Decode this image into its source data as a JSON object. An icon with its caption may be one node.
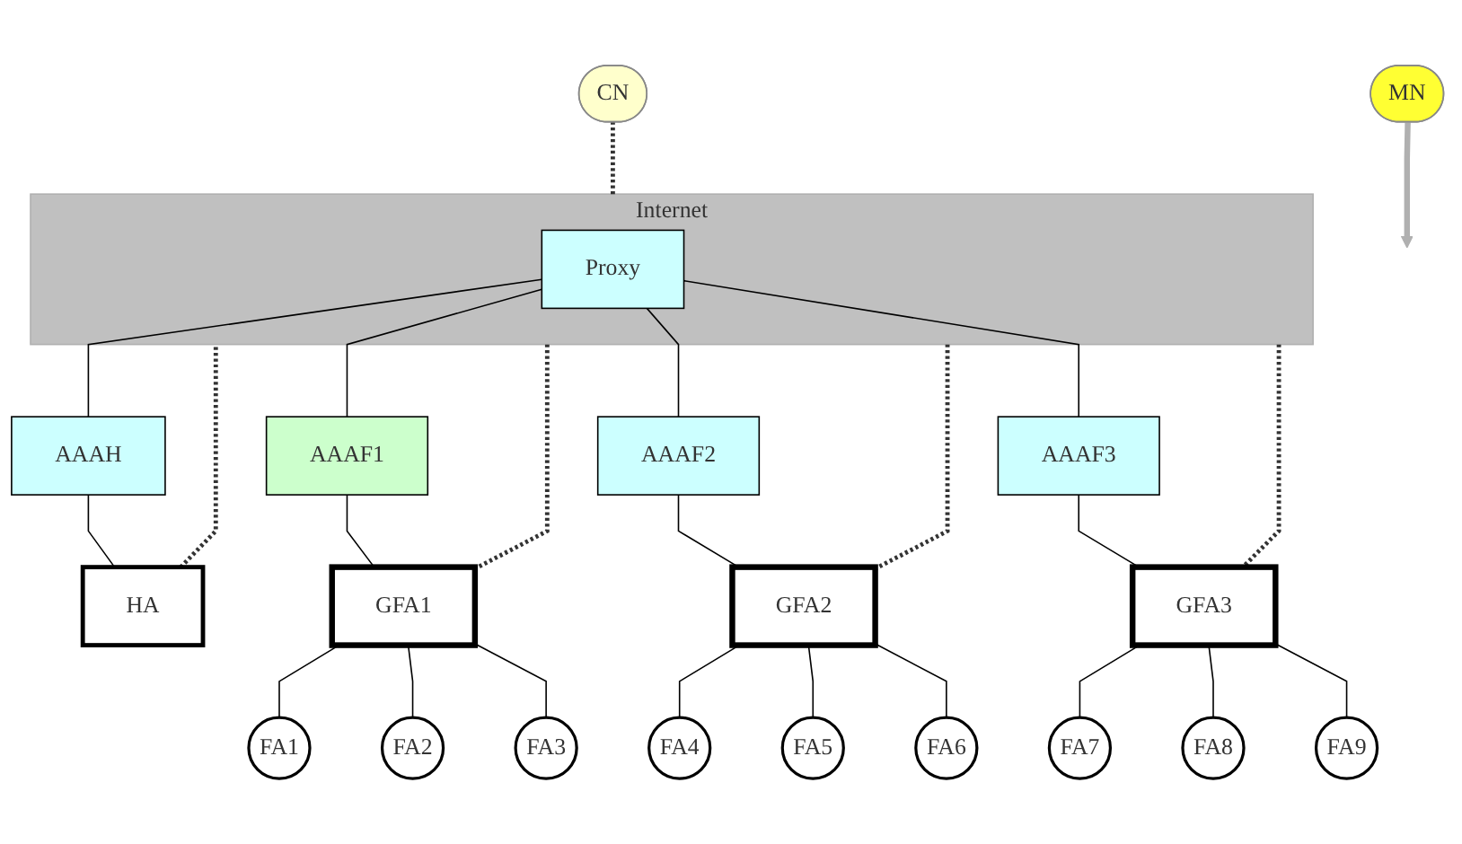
{
  "diagram": {
    "nodes": [
      {
        "text": [
          "Internet"
        ]
      },
      {
        "text": [
          "Proxy"
        ],
        "in": 0
      },
      {
        "text": [
          "CN"
        ]
      },
      {
        "text": [
          "AAAH"
        ]
      },
      {
        "text": [
          "HA"
        ]
      },
      {
        "text": [
          "AAAF1"
        ]
      },
      {
        "text": [
          "GFA1"
        ]
      },
      {
        "text": [
          "AAAF2"
        ]
      },
      {
        "text": [
          "GFA2"
        ]
      },
      {
        "text": [
          "AAAF3"
        ]
      },
      {
        "text": [
          "GFA3"
        ]
      },
      {
        "text": [
          "FA1"
        ]
      },
      {
        "text": [
          "FA2"
        ]
      },
      {
        "text": [
          "FA3"
        ]
      },
      {
        "text": [
          "FA4"
        ]
      },
      {
        "text": [
          "FA5"
        ]
      },
      {
        "text": [
          "FA6"
        ]
      },
      {
        "text": [
          "FA7"
        ]
      },
      {
        "text": [
          "FA8"
        ]
      },
      {
        "text": [
          "FA9"
        ]
      },
      {
        "text": [
          "MN"
        ]
      }
    ],
    "edges": [
      {
        "from": 2,
        "to": 0,
        "arrow": "none",
        "style": "dashed"
      },
      {
        "from": 1,
        "to": 3,
        "arrow": "none"
      },
      {
        "from": 3,
        "to": 4,
        "arrow": "none"
      },
      {
        "from": 4,
        "to": 0,
        "arrow": "none",
        "style": "dashed"
      },
      {
        "from": 1,
        "to": 5,
        "arrow": "none"
      },
      {
        "from": 1,
        "to": 7,
        "arrow": "none"
      },
      {
        "from": 1,
        "to": 9,
        "arrow": "none"
      },
      {
        "from": 0,
        "to": 6,
        "arrow": "none",
        "style": "dashed"
      },
      {
        "from": 0,
        "to": 8,
        "arrow": "none",
        "style": "dashed"
      },
      {
        "from": 0,
        "to": 10,
        "arrow": "none",
        "style": "dashed"
      },
      {
        "from": 5,
        "to": 6,
        "arrow": "none"
      },
      {
        "from": 7,
        "to": 8,
        "arrow": "none"
      },
      {
        "from": 9,
        "to": 10,
        "arrow": "none"
      },
      {
        "from": 6,
        "to": 11,
        "arrow": "none"
      },
      {
        "from": 6,
        "to": 12,
        "arrow": "none"
      },
      {
        "from": 6,
        "to": 13,
        "arrow": "none"
      },
      {
        "from": 8,
        "to": 14,
        "arrow": "none"
      },
      {
        "from": 8,
        "to": 15,
        "arrow": "none"
      },
      {
        "from": 8,
        "to": 16,
        "arrow": "none"
      },
      {
        "from": 10,
        "to": 17,
        "arrow": "none"
      },
      {
        "from": 10,
        "to": 18,
        "arrow": "none"
      },
      {
        "from": 10,
        "to": 19,
        "arrow": "none"
      },
      {
        "from": 20,
        "to": null,
        "arrow": "to",
        "style": "thick",
        "color": "#b0b0b0"
      }
    ]
  }
}
